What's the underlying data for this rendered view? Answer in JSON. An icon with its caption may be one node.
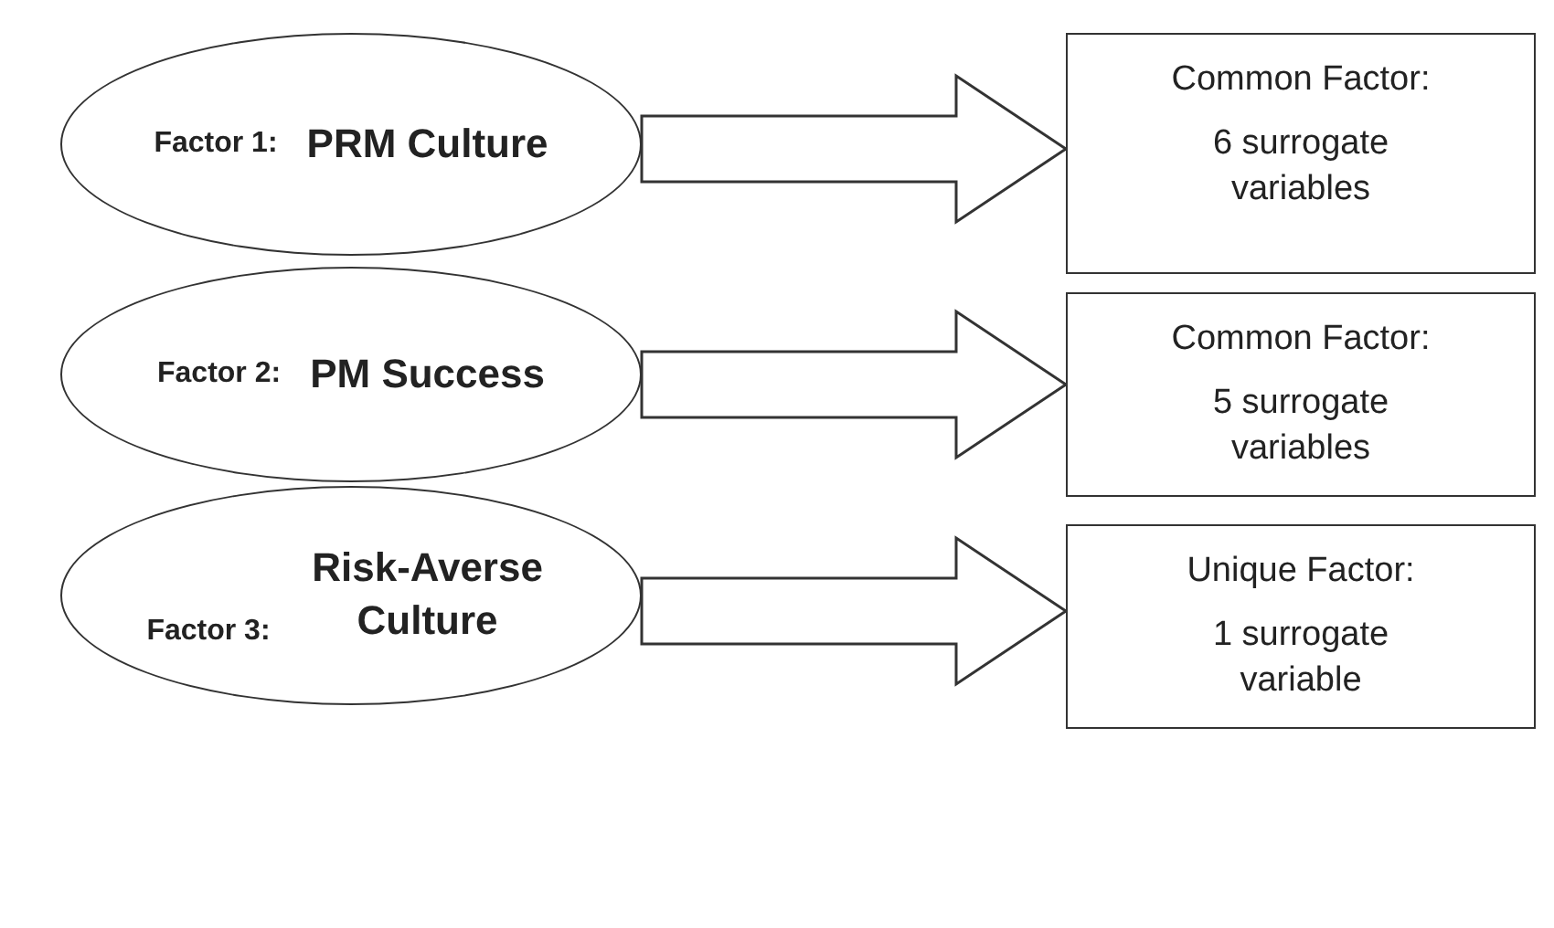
{
  "diagram": {
    "nodes": [
      {
        "text": [
          "Factor 1:",
          "PRM Culture"
        ]
      },
      {
        "text": [
          "Common Factor:",
          "6 surrogate variables"
        ]
      },
      {
        "text": [
          "Factor 2:",
          "PM Success"
        ]
      },
      {
        "text": [
          "Common Factor:",
          "5 surrogate variables"
        ]
      },
      {
        "text": [
          "Factor 3:",
          "Risk-Averse Culture"
        ]
      },
      {
        "text": [
          "Unique Factor:",
          "1 surrogate variable"
        ]
      }
    ],
    "edges": [
      {
        "from": 0,
        "to": 1,
        "arrow": "to"
      },
      {
        "from": 2,
        "to": 3,
        "arrow": "to"
      },
      {
        "from": 4,
        "to": 5,
        "arrow": "to"
      }
    ]
  }
}
